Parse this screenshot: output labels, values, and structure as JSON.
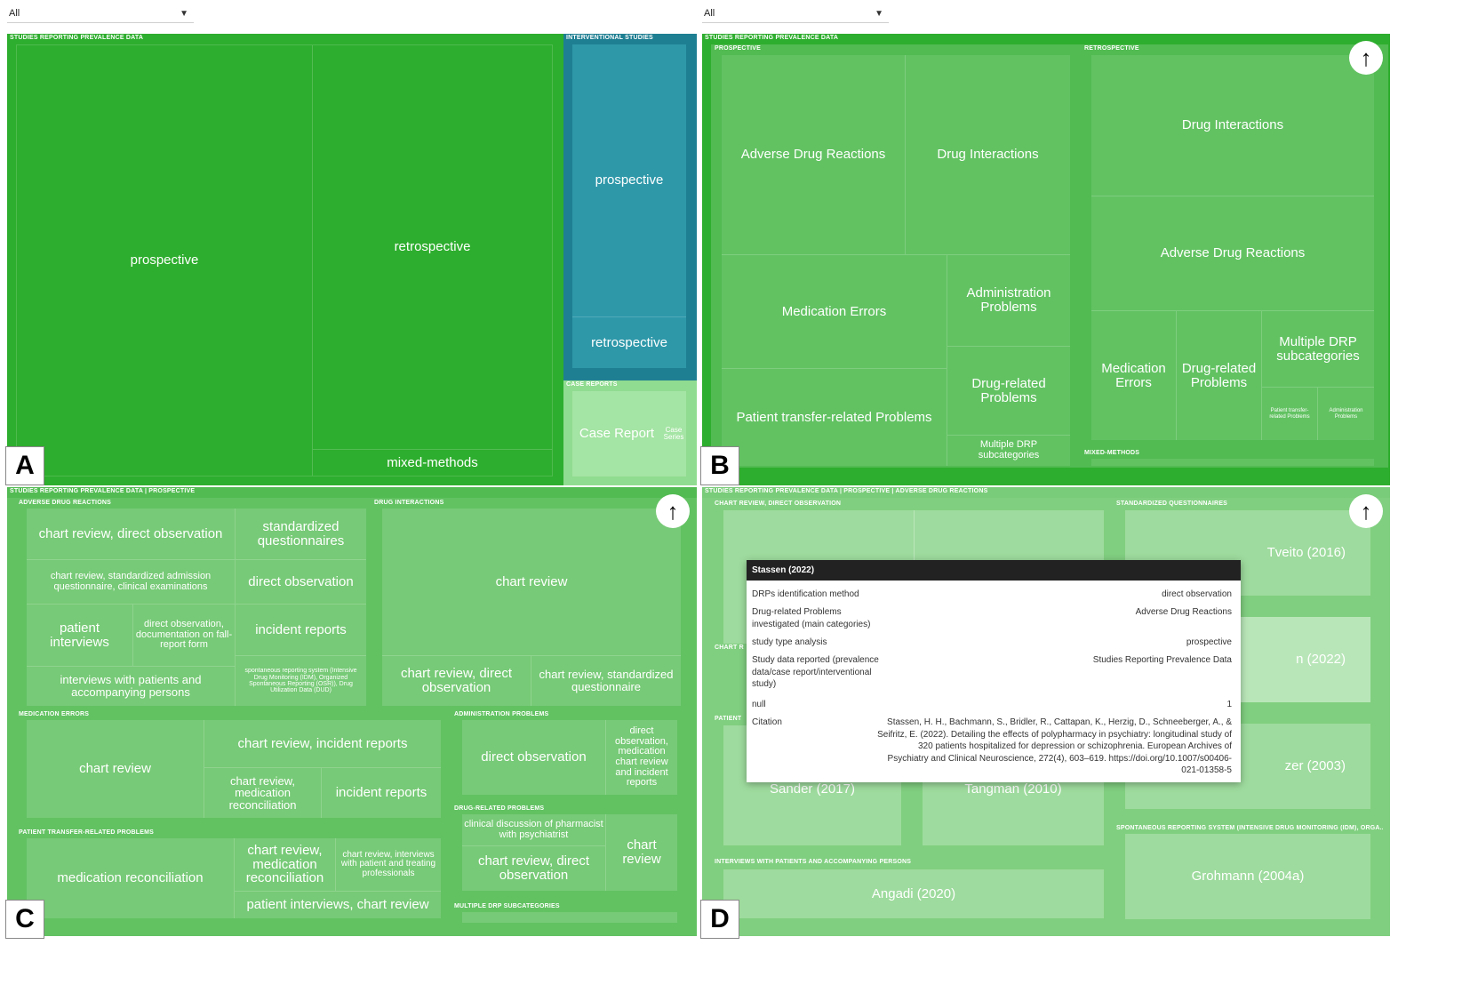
{
  "dropdowns": {
    "left_value": "All",
    "right_value": "All"
  },
  "panel_letters": {
    "a": "A",
    "b": "B",
    "c": "C",
    "d": "D"
  },
  "up_arrow": "↑",
  "panel_a": {
    "prevalence_header": "Studies Reporting Prevalence Data",
    "prospective": "prospective",
    "retrospective": "retrospective",
    "mixed_methods": "mixed-methods",
    "interventional_header": "Interventional Studies",
    "int_prospective": "prospective",
    "int_retrospective": "retrospective",
    "case_reports_header": "Case Reports",
    "case_report": "Case Report",
    "case_series": "Case Series"
  },
  "panel_b": {
    "header": "Studies Reporting Prevalence Data",
    "prospective_header": "Prospective",
    "retrospective_header": "Retrospective",
    "mixed_methods_header": "Mixed-Methods",
    "p_adr": "Adverse Drug Reactions",
    "p_di": "Drug Interactions",
    "p_me": "Medication Errors",
    "p_ap": "Administration Problems",
    "p_ptrp": "Patient transfer-related Problems",
    "p_drp": "Drug-related Problems",
    "p_mds": "Multiple DRP subcategories",
    "r_di": "Drug Interactions",
    "r_adr": "Adverse Drug Reactions",
    "r_me": "Medication Errors",
    "r_drp": "Drug-related Problems",
    "r_mds": "Multiple DRP subcategories",
    "r_ptrp": "Patient transfer-related Problems",
    "r_ap": "Administration Problems"
  },
  "panel_c": {
    "breadcrumb": "Studies Reporting Prevalence Data | Prospective",
    "adr_header": "Adverse Drug Reactions",
    "adr_crdo": "chart review, direct observation",
    "adr_sq": "standardized questionnaires",
    "adr_crsa": "chart review, standardized admission questionnaire, clinical examinations",
    "adr_do": "direct observation",
    "adr_pi": "patient interviews",
    "adr_dod": "direct observation, documentation on fall-report form",
    "adr_ir": "incident reports",
    "adr_iwp": "interviews with patients and accompanying persons",
    "adr_srs": "spontaneous reporting system (Intensive Drug Monitoring (IDM), Organized Spontaneous Reporting (OSR)), Drug Utilization Data (DUD)",
    "di_header": "Drug Interactions",
    "di_cr": "chart review",
    "di_crdo": "chart review, direct observation",
    "di_crsq": "chart review, standardized questionnaire",
    "me_header": "Medication Errors",
    "me_cr": "chart review",
    "me_crir": "chart review, incident reports",
    "me_crmr": "chart review, medication reconciliation",
    "me_ir": "incident reports",
    "ap_header": "Administration Problems",
    "ap_do": "direct observation",
    "ap_domc": "direct observation, medication chart review and incident reports",
    "drp_header": "Drug-related Problems",
    "drp_cd": "clinical discussion of pharmacist with psychiatrist",
    "drp_cr": "chart review",
    "drp_crdo": "chart review, direct observation",
    "ptrp_header": "Patient Transfer-related Problems",
    "ptrp_mr": "medication reconciliation",
    "ptrp_crmr": "chart review, medication reconciliation",
    "ptrp_criw": "chart review, interviews with patient and treating professionals",
    "ptrp_picr": "patient interviews, chart review",
    "mds_header": "Multiple DRP subcategories"
  },
  "panel_d": {
    "breadcrumb": "Studies Reporting Prevalence Data | Prospective | Adverse Drug Reactions",
    "crdo_header": "Chart Review, Direct Observation",
    "sq_header": "Standardized Questionnaires",
    "chart_r_header": "Chart R",
    "patient_header": "Patient",
    "tveito": "Tveito (2016)",
    "stassen_partial": "n (2022)",
    "zer_partial": "zer (2003)",
    "sander": "Sander (2017)",
    "tangman": "Tangman (2010)",
    "srs_header": "Spontaneous Reporting System (Intensive Drug Monitoring (IDM), Orga...",
    "grohmann": "Grohmann (2004a)",
    "iwp_header": "Interviews with Patients and Accompanying Persons",
    "angadi": "Angadi (2020)",
    "tooltip": {
      "title": "Stassen (2022)",
      "rows": [
        {
          "key": "DRPs identification method",
          "value": "direct observation"
        },
        {
          "key": "Drug-related Problems investigated (main categories)",
          "value": "Adverse Drug Reactions"
        },
        {
          "key": "study type analysis",
          "value": "prospective"
        },
        {
          "key": "Study data reported (prevalence data/case report/interventional study)",
          "value": "Studies Reporting Prevalence Data"
        },
        {
          "key": "null",
          "value": "1"
        },
        {
          "key": "Citation",
          "value": "Stassen, H. H., Bachmann, S., Bridler, R., Cattapan, K., Herzig, D., Schneeberger, A., & Seifritz, E. (2022). Detailing the effects of polypharmacy in psychiatry: longitudinal study of 320 patients hospitalized for depression or schizophrenia. European Archives of Psychiatry and Clinical Neuroscience, 272(4), 603–619. https://doi.org/10.1007/s00406-021-01358-5"
        }
      ]
    }
  },
  "colors": {
    "green_dark": "#2caa2c",
    "green_mid": "#5cbf5c",
    "green_light": "#7fcd7f",
    "teal": "#2b97a8",
    "teal_dark": "#1e7f93",
    "case_green": "#8fdc8f"
  }
}
